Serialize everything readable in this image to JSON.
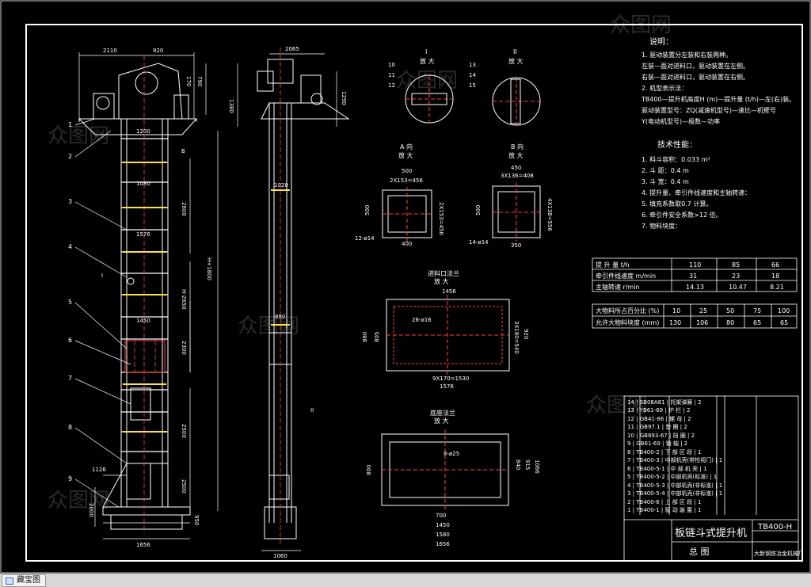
{
  "watermark": "众图网",
  "status_bar": {
    "button_label": "藏宝图"
  },
  "callouts": [
    "1",
    "2",
    "3",
    "4",
    "5",
    "6",
    "7",
    "8",
    "9"
  ],
  "left_view_dims": {
    "top_width_a": "2110",
    "top_width_b": "920",
    "dim_1200": "1200",
    "dim_1080": "1080",
    "dim_1576": "1576",
    "dim_1450": "1450",
    "dim_1126": "1126",
    "dim_1656": "1656",
    "dim_170": "170",
    "dim_790": "790",
    "dim_1380": "1380",
    "dim_2600": "2600",
    "dim_h": "H-2650",
    "dim_total": "H+1800",
    "dim_2300": "2300",
    "dim_2500": "2500",
    "dim_2500b": "2500",
    "dim_2000": "2000",
    "dim_950": "950",
    "mark_b": "B",
    "mark_i": "I"
  },
  "right_view_dims": {
    "top": "2065",
    "dim_1290": "1290",
    "dim_1020": "1020",
    "dim_880": "880",
    "dim_1060": "1060",
    "mark_ii": "II"
  },
  "detail_i": {
    "title": "I",
    "sub": "放 大",
    "nums": [
      "10",
      "11",
      "12"
    ]
  },
  "detail_ii": {
    "title": "II",
    "sub": "放 大",
    "nums": [
      "13",
      "14",
      "15"
    ]
  },
  "section_a": {
    "title": "A 向",
    "sub": "放 大",
    "w": "500",
    "inner": "2X153=456",
    "h": "500",
    "side": "2X153=456",
    "bottom": "400",
    "holes": "12-ø14"
  },
  "section_b": {
    "title": "B 向",
    "sub": "放 大",
    "w": "450",
    "inner": "3X136=408",
    "h": "500",
    "side": "4X138=556",
    "bottom": "350",
    "holes": "14-ø14"
  },
  "inlet_flange": {
    "title": "进料口法兰",
    "sub": "放 大",
    "w": "1456",
    "holes": "28-ø16",
    "left": "880",
    "left2": "805",
    "right": "3X180=540",
    "right2": "920",
    "bottom": "9X170=1530",
    "bottom2": "1576"
  },
  "base_flange": {
    "title": "底座法兰",
    "sub": "放 大",
    "holes": "8-ø25",
    "d700": "700",
    "d1450": "1450",
    "d1580": "1580",
    "d1656": "1656",
    "left": "800",
    "r1": "840",
    "r2": "915",
    "r3": "1066"
  },
  "notes": {
    "title": "说明：",
    "lines": [
      "1. 驱动装置分左装和右装两种。",
      "   左装—面对进料口，驱动装置在左侧。",
      "   右装—面对进料口，驱动装置在右侧。",
      "2. 机型表示法：",
      "   TB400—提升机高度H (m)—提升量 (t/h)—左(右)装。",
      "   驱动装置型号：ZQ(减速机型号)—速比—机壁号",
      "                 Y(电动机型号)—极数—功率"
    ]
  },
  "tech": {
    "title": "技术性能：",
    "lines": [
      "1. 料斗容积：0.033 m³",
      "2. 斗  距：0.4 m",
      "3. 斗  宽：0.4 m",
      "4. 提升量、牵引件线速度和主轴转速：",
      "5. 填充系数取0.7 计算。",
      "6. 牵引件安全系数>12 倍。",
      "7. 物料块度："
    ]
  },
  "perf_table": {
    "rows": [
      {
        "label": "提 升 量    t/h",
        "values": [
          "110",
          "85",
          "66"
        ]
      },
      {
        "label": "牵引件线速度   m/min",
        "values": [
          "31",
          "23",
          "18"
        ]
      },
      {
        "label": "主轴转速    r/min",
        "values": [
          "14.13",
          "10.47",
          "8.21"
        ]
      }
    ]
  },
  "lump_table": {
    "rows": [
      {
        "label": "大物料所占百分比 (%)",
        "values": [
          "10",
          "25",
          "50",
          "75",
          "100"
        ]
      },
      {
        "label": "允许大物料块度 (mm)",
        "values": [
          "130",
          "106",
          "80",
          "65",
          "65"
        ]
      }
    ]
  },
  "title_block": {
    "product": "板链斗式提升机",
    "model": "TB400-H",
    "drawing": "总 图",
    "company": "大新钢铁冶金机械厂",
    "bom": [
      "14 | SB08A81 | 托架弹簧 | 2",
      "13 | YB61-69 | 护 栏 | 2",
      "12 | GB41-86 | 螺 母 | 2",
      "11 | GB97.1 | 垫 圈 | 2",
      "10 | GB893-67 | 挡 圈 | 2",
      "9 | GB61-69 | 销 轴 | 2",
      "8 | TB400-2 | 下 部 区 段 | 1",
      "7 | TB400-3 | 中部机壳(带检视门) | 1",
      "6 | TB400-5-1 | 中 部 机 壳 | 1",
      "5 | TB400-5-2 | 中部机壳(标准) | 1",
      "4 | TB400-5-3 | 中部机壳(非标准) | 1",
      "3 | TB400-5-4 | 中部机壳(非标准) | 1",
      "2 | TB400-6 | 上 部 区 段 | 1",
      "1 | TB400-1 | 驱 动 装 置 | 1"
    ]
  }
}
